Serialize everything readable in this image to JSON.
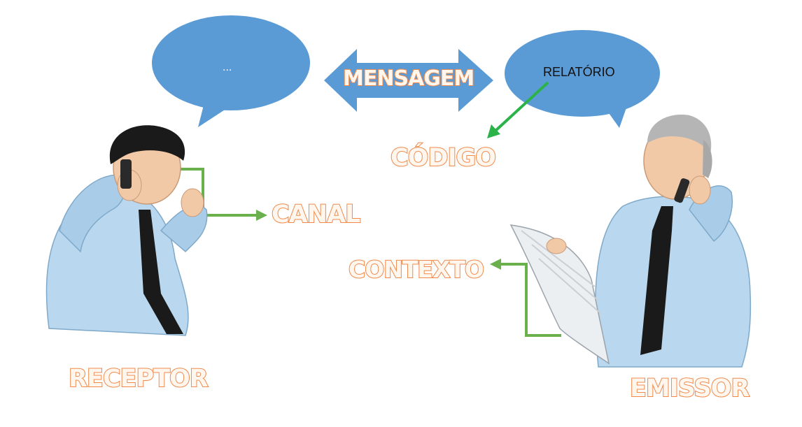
{
  "bubbles": {
    "receiver_text": "...",
    "sender_text": "RELATÓRIO"
  },
  "labels": {
    "message": "MENSAGEM",
    "code": "CÓDIGO",
    "channel": "CANAL",
    "context": "CONTEXTO",
    "receiver": "RECEPTOR",
    "sender": "EMISSOR"
  },
  "colors": {
    "bubble_fill": "#5b9bd5",
    "label_outline": "#f08a4b",
    "arrow_green": "#6ab04c",
    "shirt": "#b9d8ef",
    "tie": "#1a1a1a",
    "skin": "#f2c9a6"
  }
}
